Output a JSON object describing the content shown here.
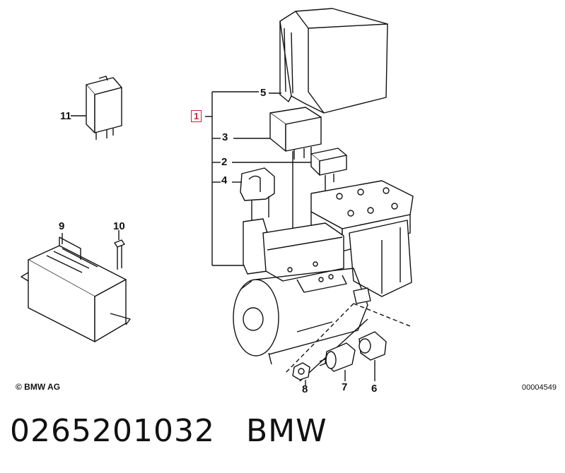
{
  "callouts": {
    "p1": "1",
    "p2": "2",
    "p3": "3",
    "p4": "4",
    "p5": "5",
    "p6": "6",
    "p7": "7",
    "p8": "8",
    "p9": "9",
    "p10": "10",
    "p11": "11"
  },
  "copyright": "© BMW AG",
  "diagram_code": "00004549",
  "footer": {
    "part_number": "0265201032",
    "brand": "BMW"
  },
  "colors": {
    "line": "#111111",
    "highlight_box": "#d0203a",
    "background": "#ffffff"
  }
}
